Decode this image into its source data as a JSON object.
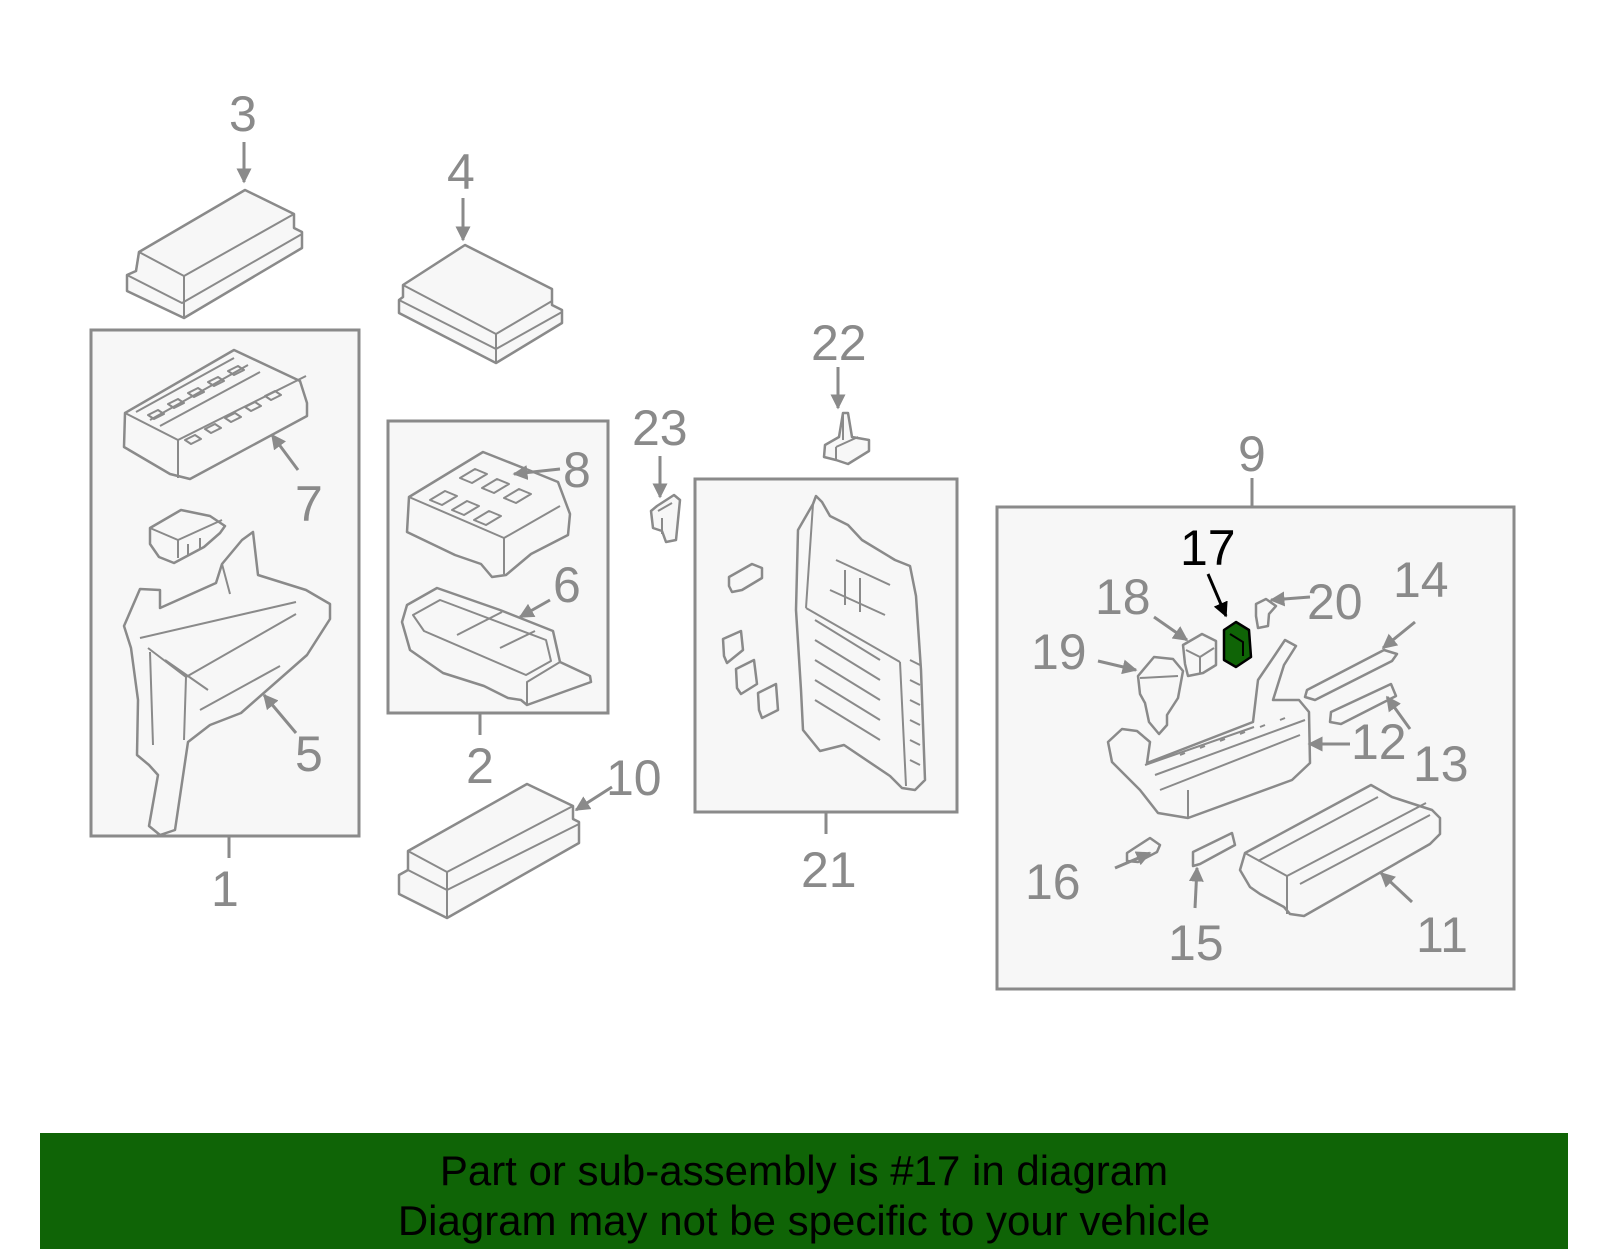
{
  "diagram": {
    "callouts": {
      "c1": "1",
      "c2": "2",
      "c3": "3",
      "c4": "4",
      "c5": "5",
      "c6": "6",
      "c7": "7",
      "c8": "8",
      "c9": "9",
      "c10": "10",
      "c11": "11",
      "c12": "12",
      "c13": "13",
      "c14": "14",
      "c15": "15",
      "c16": "16",
      "c17": "17",
      "c18": "18",
      "c19": "19",
      "c20": "20",
      "c21": "21",
      "c22": "22",
      "c23": "23"
    },
    "highlighted_part": "17"
  },
  "colors": {
    "line_art": "#8a8a8a",
    "highlight_fill": "#0f6406",
    "banner_background": "#0f6406",
    "banner_text": "#000000"
  },
  "banner": {
    "line1": "Part or sub-assembly is #17 in diagram",
    "line2": "Diagram may not be specific to your vehicle"
  }
}
